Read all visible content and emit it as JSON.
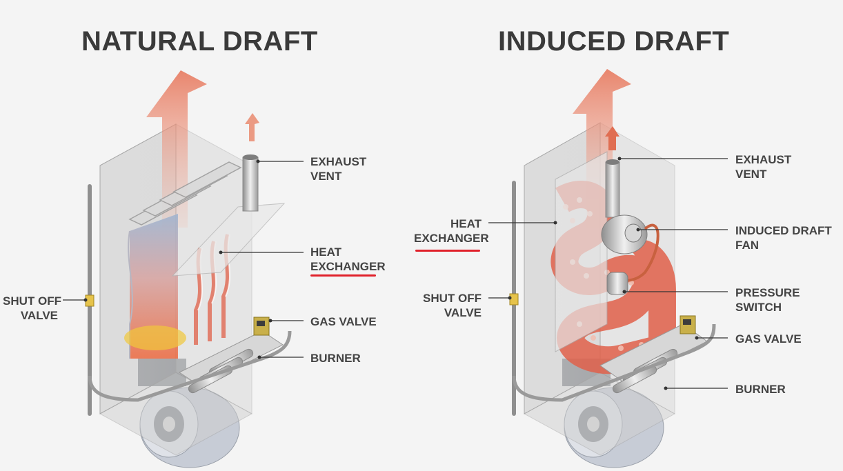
{
  "natural": {
    "title": "NATURAL DRAFT",
    "exhaust": [
      "EXHAUST",
      "VENT"
    ],
    "heat": [
      "HEAT",
      "EXCHANGER"
    ],
    "gas": "GAS VALVE",
    "burner": "BURNER",
    "shutoff": [
      "SHUT OFF",
      "VALVE"
    ]
  },
  "induced": {
    "title": "INDUCED DRAFT",
    "exhaust": [
      "EXHAUST",
      "VENT"
    ],
    "fan": [
      "INDUCED DRAFT",
      "FAN"
    ],
    "pressure": [
      "PRESSURE",
      "SWITCH"
    ],
    "gas": "GAS VALVE",
    "burner": "BURNER",
    "heat": [
      "HEAT",
      "EXCHANGER"
    ],
    "shutoff": [
      "SHUT OFF",
      "VALVE"
    ]
  },
  "colors": {
    "highlight": "#e0202a",
    "text": "#3a3a3a",
    "flow": "#e8735a"
  }
}
